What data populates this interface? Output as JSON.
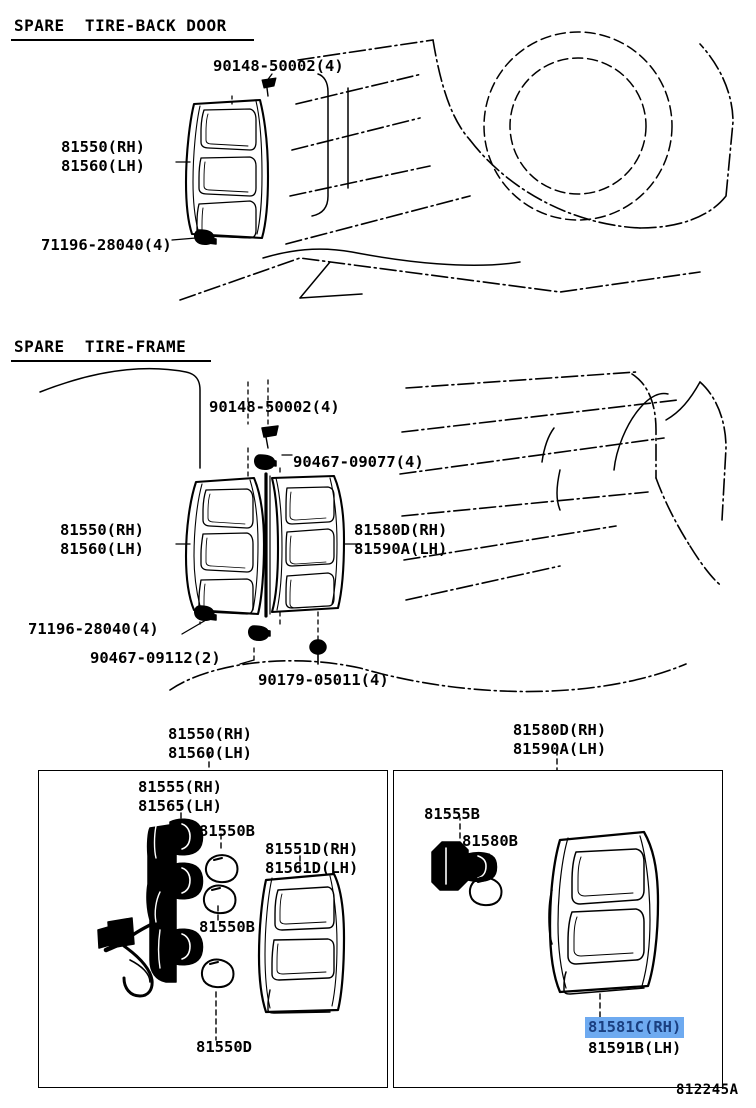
{
  "diagram": {
    "code": "812245A",
    "type": "toyota-epc-parts-illustration",
    "subject": "Rear Combination Lamp / Tail Lamp Assembly",
    "highlight_color": "#6eaaf0",
    "highlight_text_color": "#1a3f80",
    "line_color": "#000000",
    "background_color": "#ffffff"
  },
  "sections": [
    {
      "id": "spare-tire-back-door",
      "title": "SPARE  TIRE-BACK DOOR",
      "callouts": [
        {
          "id": "s1-screw",
          "text": "90148-50002(4)"
        },
        {
          "id": "s1-lamp-rh",
          "text": "81550(RH)"
        },
        {
          "id": "s1-lamp-lh",
          "text": "81560(LH)"
        },
        {
          "id": "s1-clip",
          "text": "71196-28040(4)"
        }
      ]
    },
    {
      "id": "spare-tire-frame",
      "title": "SPARE  TIRE-FRAME",
      "callouts": [
        {
          "id": "s2-screw",
          "text": "90148-50002(4)"
        },
        {
          "id": "s2-nut-a",
          "text": "90467-09077(4)"
        },
        {
          "id": "s2-lamp-rh",
          "text": "81550(RH)"
        },
        {
          "id": "s2-lamp-lh",
          "text": "81560(LH)"
        },
        {
          "id": "s2-inner-rh",
          "text": "81580D(RH)"
        },
        {
          "id": "s2-inner-lh",
          "text": "81590A(LH)"
        },
        {
          "id": "s2-clip",
          "text": "71196-28040(4)"
        },
        {
          "id": "s2-nut-b",
          "text": "90467-09112(2)"
        },
        {
          "id": "s2-grommet",
          "text": "90179-05011(4)"
        }
      ]
    }
  ],
  "detail_panels": [
    {
      "id": "panel-outer-lamp",
      "heading_lines": [
        "81550(RH)",
        "81560(LH)"
      ],
      "callouts": [
        {
          "id": "socket-rh",
          "text": "81555(RH)"
        },
        {
          "id": "socket-lh",
          "text": "81565(LH)"
        },
        {
          "id": "bulb-top",
          "text": "81550B"
        },
        {
          "id": "lens-rh",
          "text": "81551D(RH)"
        },
        {
          "id": "lens-lh",
          "text": "81561D(LH)"
        },
        {
          "id": "bulb-mid",
          "text": "81550B"
        },
        {
          "id": "bulb-low",
          "text": "81550D"
        }
      ]
    },
    {
      "id": "panel-inner-lamp",
      "heading_lines": [
        "81580D(RH)",
        "81590A(LH)"
      ],
      "callouts": [
        {
          "id": "socket-b",
          "text": "81555B"
        },
        {
          "id": "bulb-b",
          "text": "81580B"
        },
        {
          "id": "lens-inner-rh",
          "text": "81581C(RH)",
          "highlighted": true
        },
        {
          "id": "lens-inner-lh",
          "text": "81591B(LH)",
          "highlighted": false
        }
      ]
    }
  ]
}
